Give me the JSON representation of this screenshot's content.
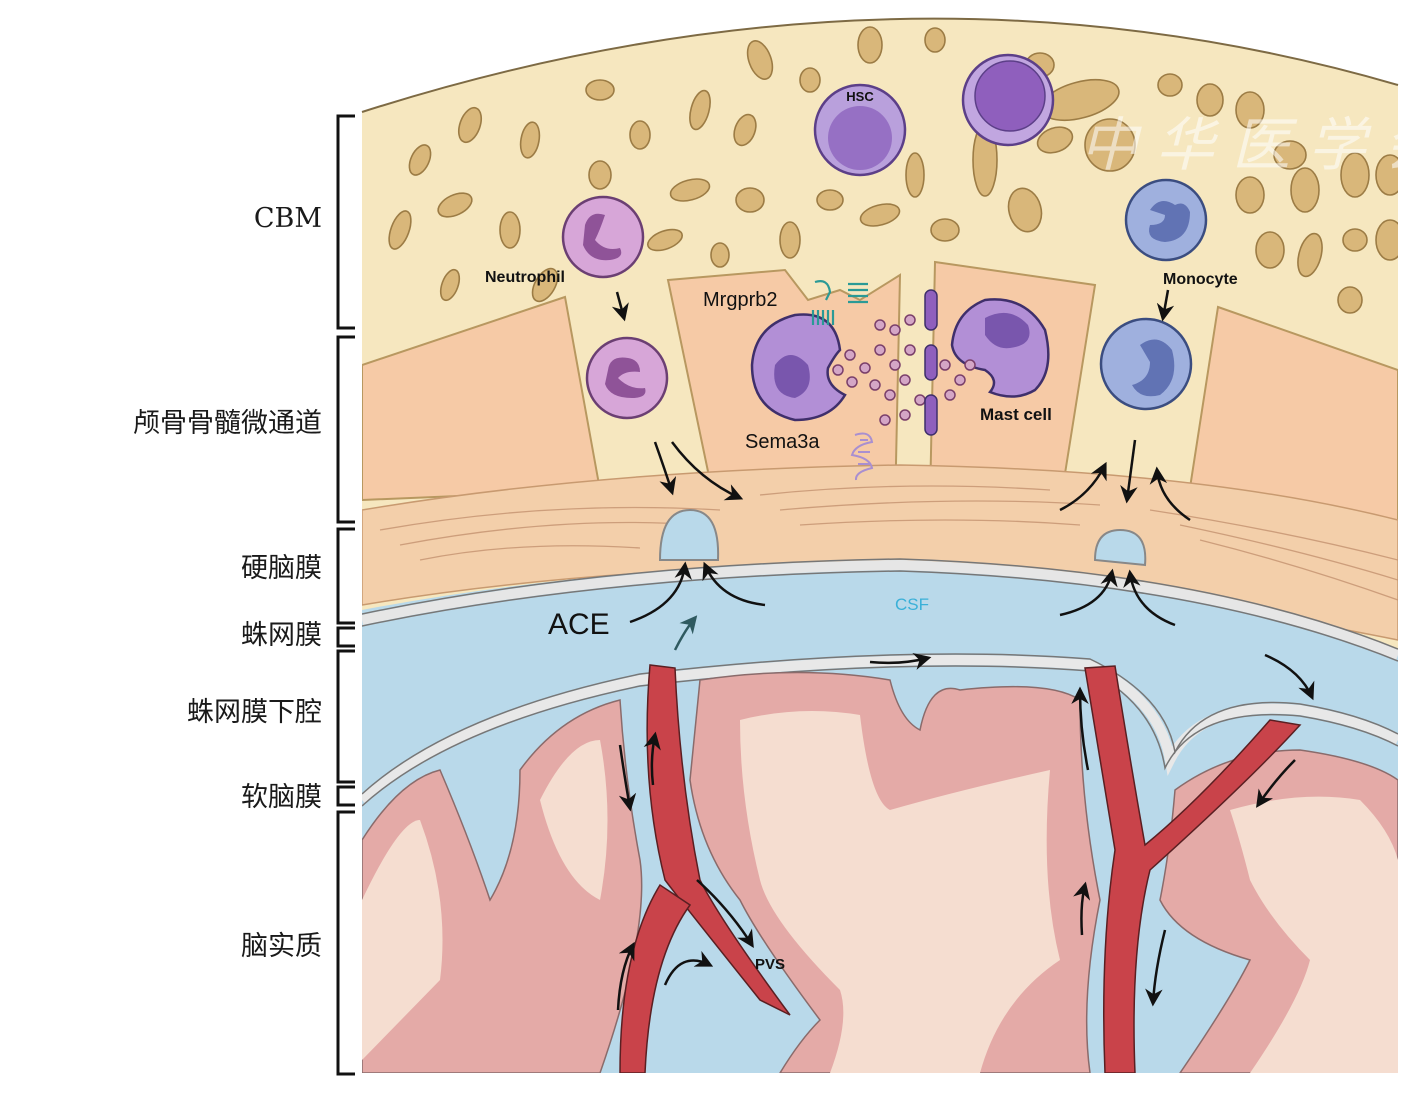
{
  "figure": {
    "type": "anatomical-diagram",
    "subject": "Skull bone marrow – meninges – brain immune cell trafficking",
    "watermark": "中华医学会"
  },
  "layers": [
    {
      "id": "cbm",
      "label": "CBM"
    },
    {
      "id": "skull-channel",
      "label": "颅骨骨髓微通道"
    },
    {
      "id": "dura",
      "label": "硬脑膜"
    },
    {
      "id": "arachnoid",
      "label": "蛛网膜"
    },
    {
      "id": "subarachnoid",
      "label": "蛛网膜下腔"
    },
    {
      "id": "pia",
      "label": "软脑膜"
    },
    {
      "id": "parenchyma",
      "label": "脑实质"
    }
  ],
  "cells": {
    "hsc": "HSC",
    "neutrophil": "Neutrophil",
    "monocyte": "Monocyte",
    "mast_cell": "Mast cell"
  },
  "molecules": {
    "mrgprb2": "Mrgprb2",
    "sema3a": "Sema3a"
  },
  "regions": {
    "ace": "ACE",
    "csf": "CSF",
    "pvs": "PVS"
  },
  "colors": {
    "bone": "#f6e7bf",
    "bone_spicule": "#d9b77a",
    "channel": "#f6caa6",
    "dura": "#f3cfaa",
    "csf": "#b9d9ea",
    "brain_outer": "#e4aaa7",
    "brain_inner": "#f5ddd0",
    "vessel": "#c9434a",
    "neutrophil": "#d7a6d8",
    "monocyte": "#9fb0de",
    "mast_cell": "#b28fd6",
    "csf_text": "#3ab0d8"
  }
}
